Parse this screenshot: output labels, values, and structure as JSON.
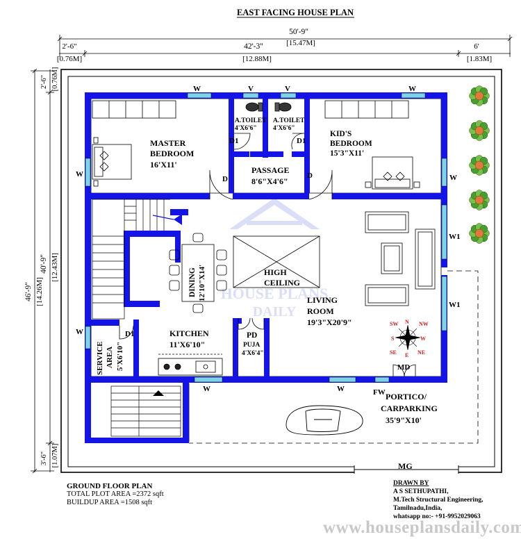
{
  "title": "EAST FACING HOUSE PLAN",
  "colors": {
    "wall": "#1414e6",
    "window": "#7fd3e8",
    "compass": "#d42020",
    "dimension": "#000000"
  },
  "dimensions": {
    "top_total_ft": "50'-9\"",
    "top_total_m": "[15.47M]",
    "top_left_ft": "2'-6\"",
    "top_left_m": "[0.76M]",
    "top_mid_ft": "42'-3\"",
    "top_mid_m": "[12.88M]",
    "top_right_ft": "6'",
    "top_right_m": "[1.83M]",
    "left_total_ft": "46'-9\"",
    "left_total_m": "[14.26M]",
    "left_top_ft": "2'-6\"",
    "left_top_m": "[0.76M]",
    "left_mid_ft": "40'-9\"",
    "left_mid_m": "[12.43M]",
    "left_bot_ft": "3'-6\"",
    "left_bot_m": "[1.07M]"
  },
  "rooms": {
    "master": {
      "name1": "MASTER",
      "name2": "BEDROOM",
      "size": "16'X11'"
    },
    "toilet1": {
      "name": "A.TOILET",
      "size": "4'X6'6\""
    },
    "toilet2": {
      "name": "A.TOILET",
      "size": "4'X6'6\""
    },
    "kids": {
      "name1": "KID'S",
      "name2": "BEDROOM",
      "size": "15'3\"X11'"
    },
    "passage": {
      "name": "PASSAGE",
      "size": "8'6\"X4'6\""
    },
    "dining": {
      "name": "DINING",
      "size": "12'10\"X14'"
    },
    "high_ceiling": {
      "line1": "HIGH",
      "line2": "CEILING"
    },
    "living": {
      "name1": "LIVING",
      "name2": "ROOM",
      "size": "19'3\"X20'9\""
    },
    "service": {
      "name1": "SERVICE",
      "name2": "AREA",
      "size": "5'X6'10\""
    },
    "kitchen": {
      "name": "KITCHEN",
      "size": "11'X6'10\""
    },
    "puja": {
      "door": "PD",
      "name": "PUJA",
      "size": "4'X6'4\""
    },
    "portico": {
      "name1": "PORTICO/",
      "name2": "CARPARKING",
      "size": "35'9\"X10'"
    }
  },
  "labels": {
    "w": "W",
    "v": "V",
    "d": "D",
    "d1": "D1",
    "w1": "W1",
    "fw": "FW",
    "md": "MD",
    "mg": "MG"
  },
  "compass": {
    "n": "N",
    "s": "S",
    "e": "E",
    "w": "W",
    "nw": "NW",
    "sw": "SW",
    "ne": "NE",
    "se": "SE"
  },
  "watermark": {
    "line1": "HOUSE PLANS",
    "line2": "DAILY"
  },
  "summary": {
    "heading": "GROUND FLOOR PLAN",
    "plot_area": "TOTAL PLOT AREA =2372 sqft",
    "buildup_area": "BUILDUP AREA =1508 sqft"
  },
  "credit": {
    "heading": "DRAWN BY",
    "name": "A S SETHUPATHI,",
    "qualification": "M.Tech Structural Engineering,",
    "location": "Tamilnadu,India,",
    "contact": "whatsapp no:- +91-9952029063"
  },
  "website": "www.houseplansdaily.com"
}
